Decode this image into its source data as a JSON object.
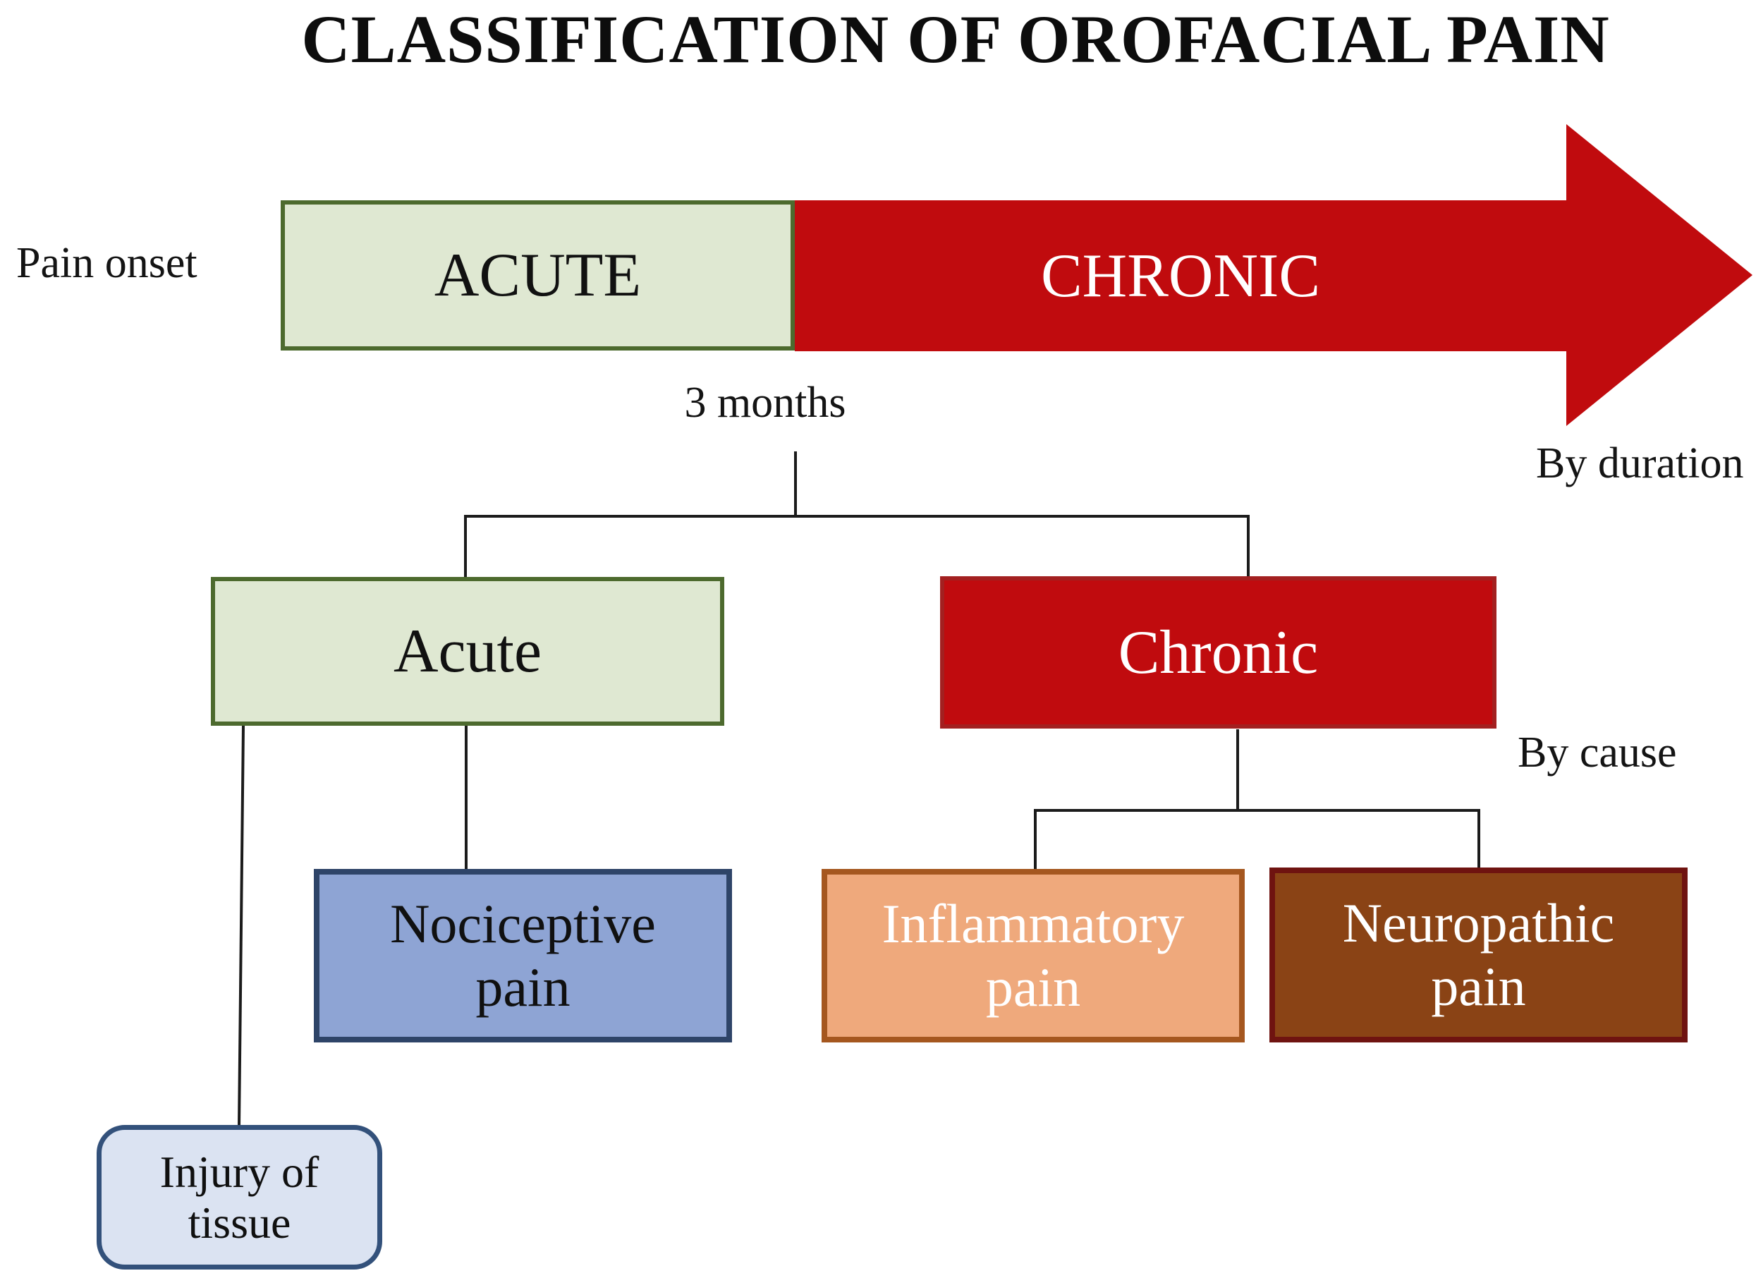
{
  "title": "CLASSIFICATION OF OROFACIAL PAIN",
  "timeline": {
    "axis_label": "Pain onset",
    "acute_segment": "ACUTE",
    "chronic_segment": "CHRONIC",
    "threshold": "3 months",
    "dimension_label": "By duration"
  },
  "classification": {
    "dimension_label": "By cause",
    "acute_node": "Acute",
    "chronic_node": "Chronic",
    "nociceptive": {
      "line1": "Nociceptive",
      "line2": "pain"
    },
    "inflammatory": {
      "line1": "Inflammatory",
      "line2": "pain"
    },
    "neuropathic": {
      "line1": "Neuropathic",
      "line2": "pain"
    },
    "injury": {
      "line1": "Injury of",
      "line2": "tissue"
    }
  },
  "colors": {
    "acute_fill": "#dfe8d2",
    "acute_border": "#4d6a2e",
    "chronic_fill": "#c00b0e",
    "chronic_border": "#a32020",
    "nociceptive_fill": "#8ea4d4",
    "nociceptive_border": "#2e4468",
    "inflammatory_fill": "#efa97c",
    "inflammatory_border": "#a5571f",
    "neuropathic_fill": "#8a4315",
    "neuropathic_border": "#6f1310",
    "injury_fill": "#dbe3f2",
    "injury_border": "#33517b",
    "connector": "#1b1b1b",
    "text_dark": "#111111",
    "text_light": "#ffffff"
  }
}
